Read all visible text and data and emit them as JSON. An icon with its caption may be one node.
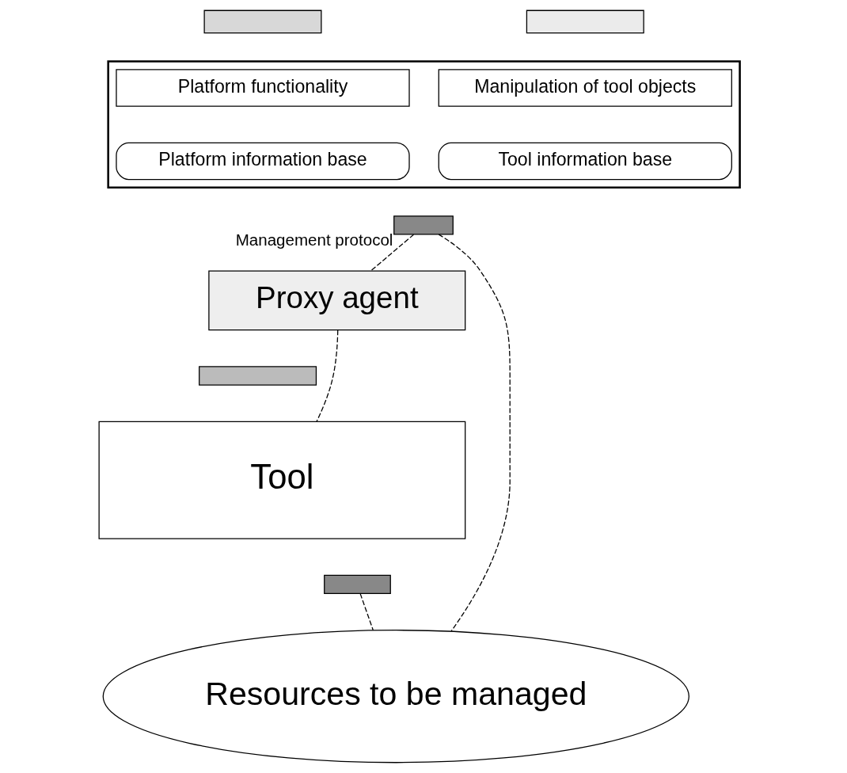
{
  "diagram": {
    "nodes": [
      {
        "text": [],
        "shape": "box"
      },
      {
        "text": [],
        "shape": "box"
      },
      {
        "text": [],
        "shape": "box"
      },
      {
        "text": [
          "Platform functionality"
        ],
        "in": 0
      },
      {
        "text": [
          "Manipulation of tool objects"
        ],
        "in": 0
      },
      {
        "text": [
          "Platform information base"
        ],
        "in": 0
      },
      {
        "text": [
          "Tool information base"
        ],
        "in": 0
      },
      {
        "text": [],
        "shape": "box"
      },
      {
        "text": [
          "Proxy agent"
        ]
      },
      {
        "text": [],
        "shape": "box"
      },
      {
        "text": [
          "Tool"
        ]
      },
      {
        "text": [],
        "shape": "box"
      },
      {
        "text": [
          "Resources to be managed"
        ]
      }
    ],
    "edges": [
      {
        "from": 7,
        "to": 8,
        "arrow": "none",
        "style": "dashed",
        "label": "Management protocol"
      },
      {
        "from": 7,
        "to": 12,
        "arrow": "none",
        "style": "dashed"
      },
      {
        "from": 8,
        "to": 10,
        "arrow": "none",
        "style": "dashed"
      },
      {
        "from": 11,
        "to": 12,
        "arrow": "none",
        "style": "dashed"
      }
    ]
  }
}
